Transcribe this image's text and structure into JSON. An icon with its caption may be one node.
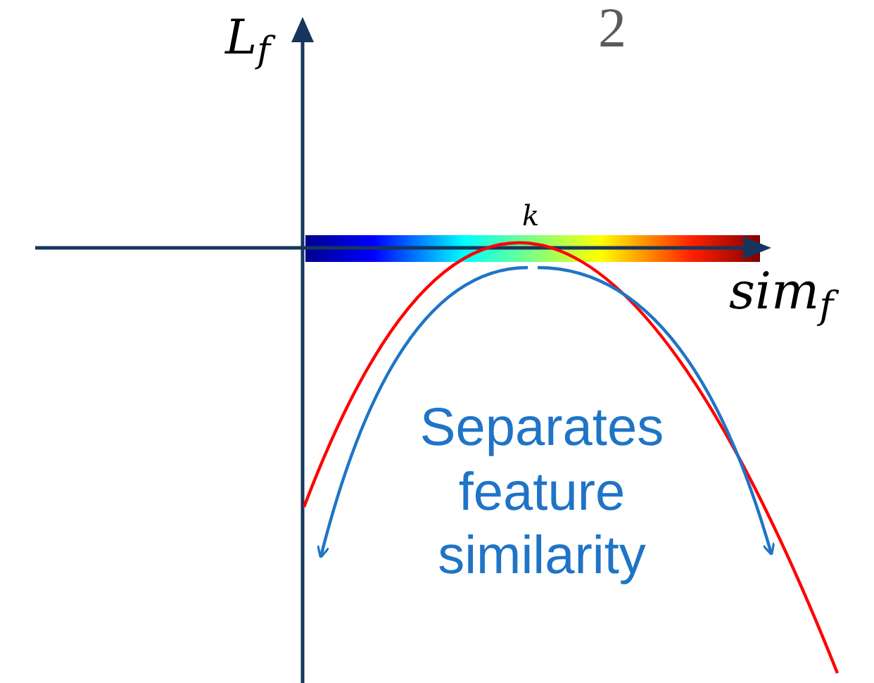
{
  "diagram": {
    "labels": [
      "2",
      "L$_{f}$",
      "k",
      "sim$_{f}$",
      "Separates feature similarity"
    ]
  }
}
